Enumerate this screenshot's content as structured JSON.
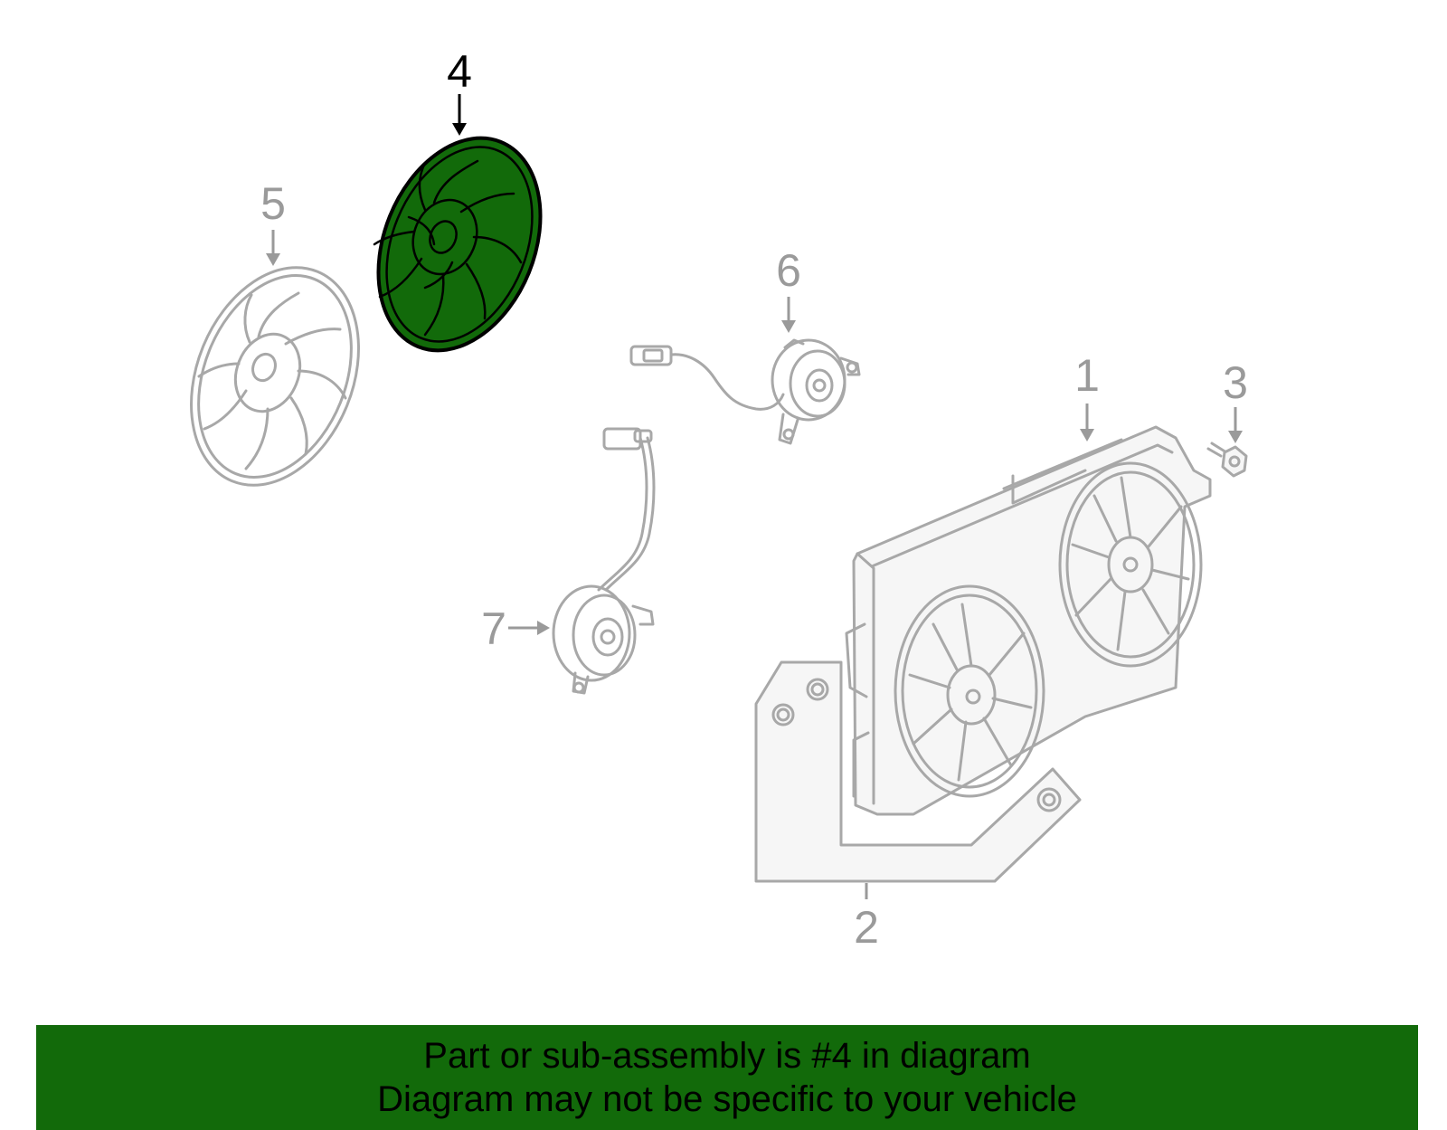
{
  "colors": {
    "highlight": "#126a0a",
    "banner_background": "#126a0a",
    "ghost_part": "#a8a8a8",
    "callout_text": "#9a9a9a",
    "active_callout_text": "#000000"
  },
  "callouts": [
    {
      "number": "1",
      "highlighted": false
    },
    {
      "number": "2",
      "highlighted": false
    },
    {
      "number": "3",
      "highlighted": false
    },
    {
      "number": "4",
      "highlighted": true
    },
    {
      "number": "5",
      "highlighted": false
    },
    {
      "number": "6",
      "highlighted": false
    },
    {
      "number": "7",
      "highlighted": false
    }
  ],
  "highlighted_part": "4",
  "banner": {
    "line1": "Part or sub-assembly is #4 in diagram",
    "line2": "Diagram may not be specific to your vehicle"
  }
}
